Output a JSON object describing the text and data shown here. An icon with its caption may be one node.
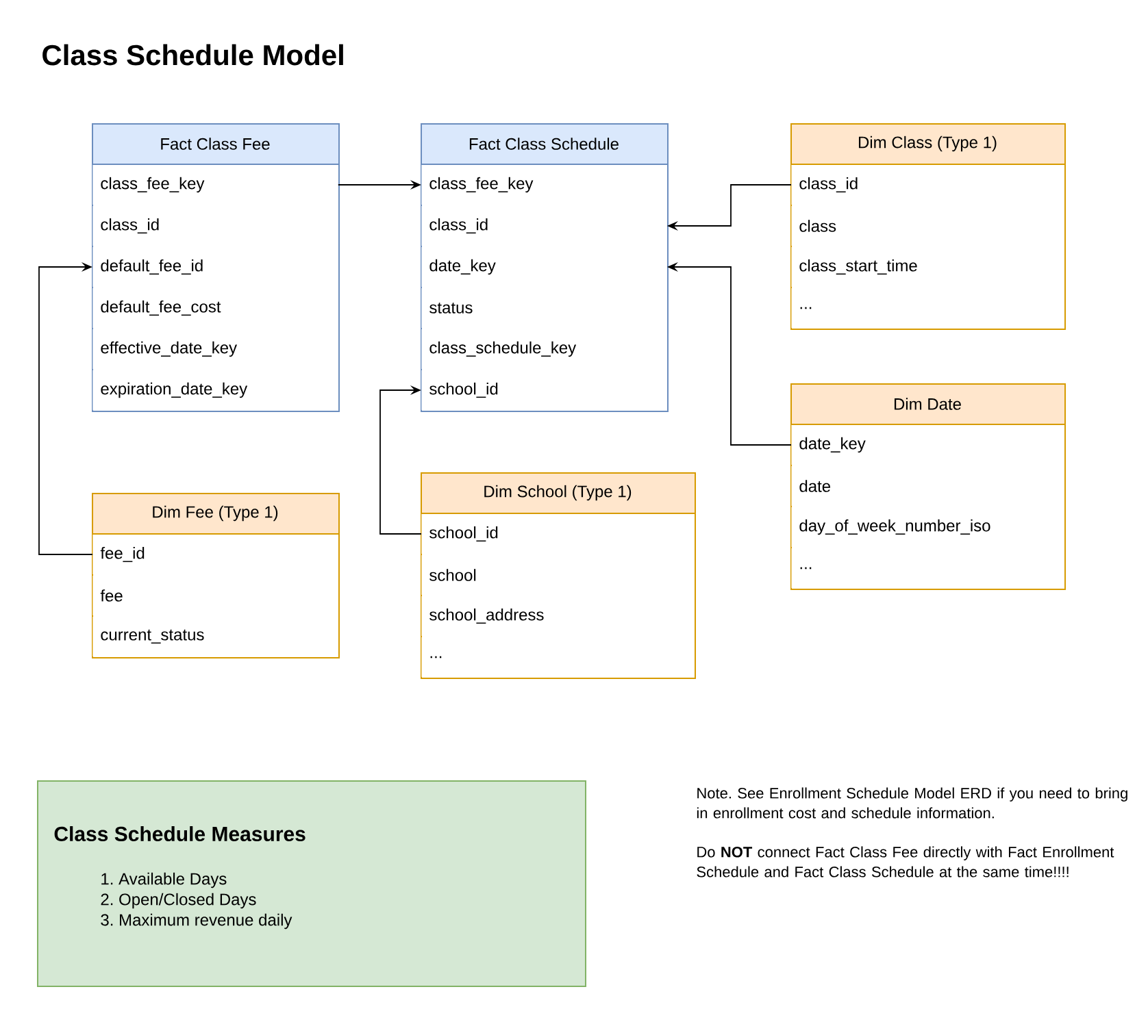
{
  "diagram": {
    "title": "Class Schedule Model",
    "nodes": [
      {
        "text": [
          "Fact Class Fee"
        ]
      },
      {
        "text": [
          "class_fee_key"
        ],
        "in": 0
      },
      {
        "text": [
          "class_id"
        ],
        "in": 0
      },
      {
        "text": [
          "default_fee_id"
        ],
        "in": 0
      },
      {
        "text": [
          "default_fee_cost"
        ],
        "in": 0
      },
      {
        "text": [
          "effective_date_key"
        ],
        "in": 0
      },
      {
        "text": [
          "expiration_date_key"
        ],
        "in": 0
      },
      {
        "text": [
          "Fact Class Schedule"
        ]
      },
      {
        "text": [
          "class_fee_key"
        ],
        "in": 7
      },
      {
        "text": [
          "class_id"
        ],
        "in": 7
      },
      {
        "text": [
          "date_key"
        ],
        "in": 7
      },
      {
        "text": [
          "status"
        ],
        "in": 7
      },
      {
        "text": [
          "class_schedule_key"
        ],
        "in": 7
      },
      {
        "text": [
          "school_id"
        ],
        "in": 7
      },
      {
        "text": [
          "Dim Class (Type 1)"
        ]
      },
      {
        "text": [
          "class_id"
        ],
        "in": 14
      },
      {
        "text": [
          "class"
        ],
        "in": 14
      },
      {
        "text": [
          "class_start_time"
        ],
        "in": 14
      },
      {
        "text": [
          "..."
        ],
        "in": 14
      },
      {
        "text": [
          "Dim Date"
        ]
      },
      {
        "text": [
          "date_key"
        ],
        "in": 19
      },
      {
        "text": [
          "date"
        ],
        "in": 19
      },
      {
        "text": [
          "day_of_week_number_iso"
        ],
        "in": 19
      },
      {
        "text": [
          "..."
        ],
        "in": 19
      },
      {
        "text": [
          "Dim Fee (Type 1)"
        ]
      },
      {
        "text": [
          "fee_id"
        ],
        "in": 24
      },
      {
        "text": [
          "fee"
        ],
        "in": 24
      },
      {
        "text": [
          "current_status"
        ],
        "in": 24
      },
      {
        "text": [
          "Dim School (Type 1)"
        ]
      },
      {
        "text": [
          "school_id"
        ],
        "in": 28
      },
      {
        "text": [
          "school"
        ],
        "in": 28
      },
      {
        "text": [
          "school_address"
        ],
        "in": 28
      },
      {
        "text": [
          "..."
        ],
        "in": 28
      },
      {
        "text": [
          "Class Schedule Measures",
          "1. Available Days",
          "2. Open/Closed Days",
          "3. Maximum revenue daily"
        ]
      }
    ],
    "edges": [
      {
        "from": 1,
        "to": 8,
        "arrow": "to"
      },
      {
        "from": 15,
        "to": 9,
        "arrow": "to"
      },
      {
        "from": 20,
        "to": 10,
        "arrow": "to"
      },
      {
        "from": 25,
        "to": 3,
        "arrow": "to"
      },
      {
        "from": 29,
        "to": 13,
        "arrow": "to"
      }
    ],
    "labels": [
      "Note. See Enrollment Schedule Model ERD if you need to bring in enrollment cost and schedule information.",
      "Do **NOT** connect Fact Class Fee directly with Fact Enrollment Schedule and Fact Class Schedule at the same time!!!!"
    ]
  }
}
